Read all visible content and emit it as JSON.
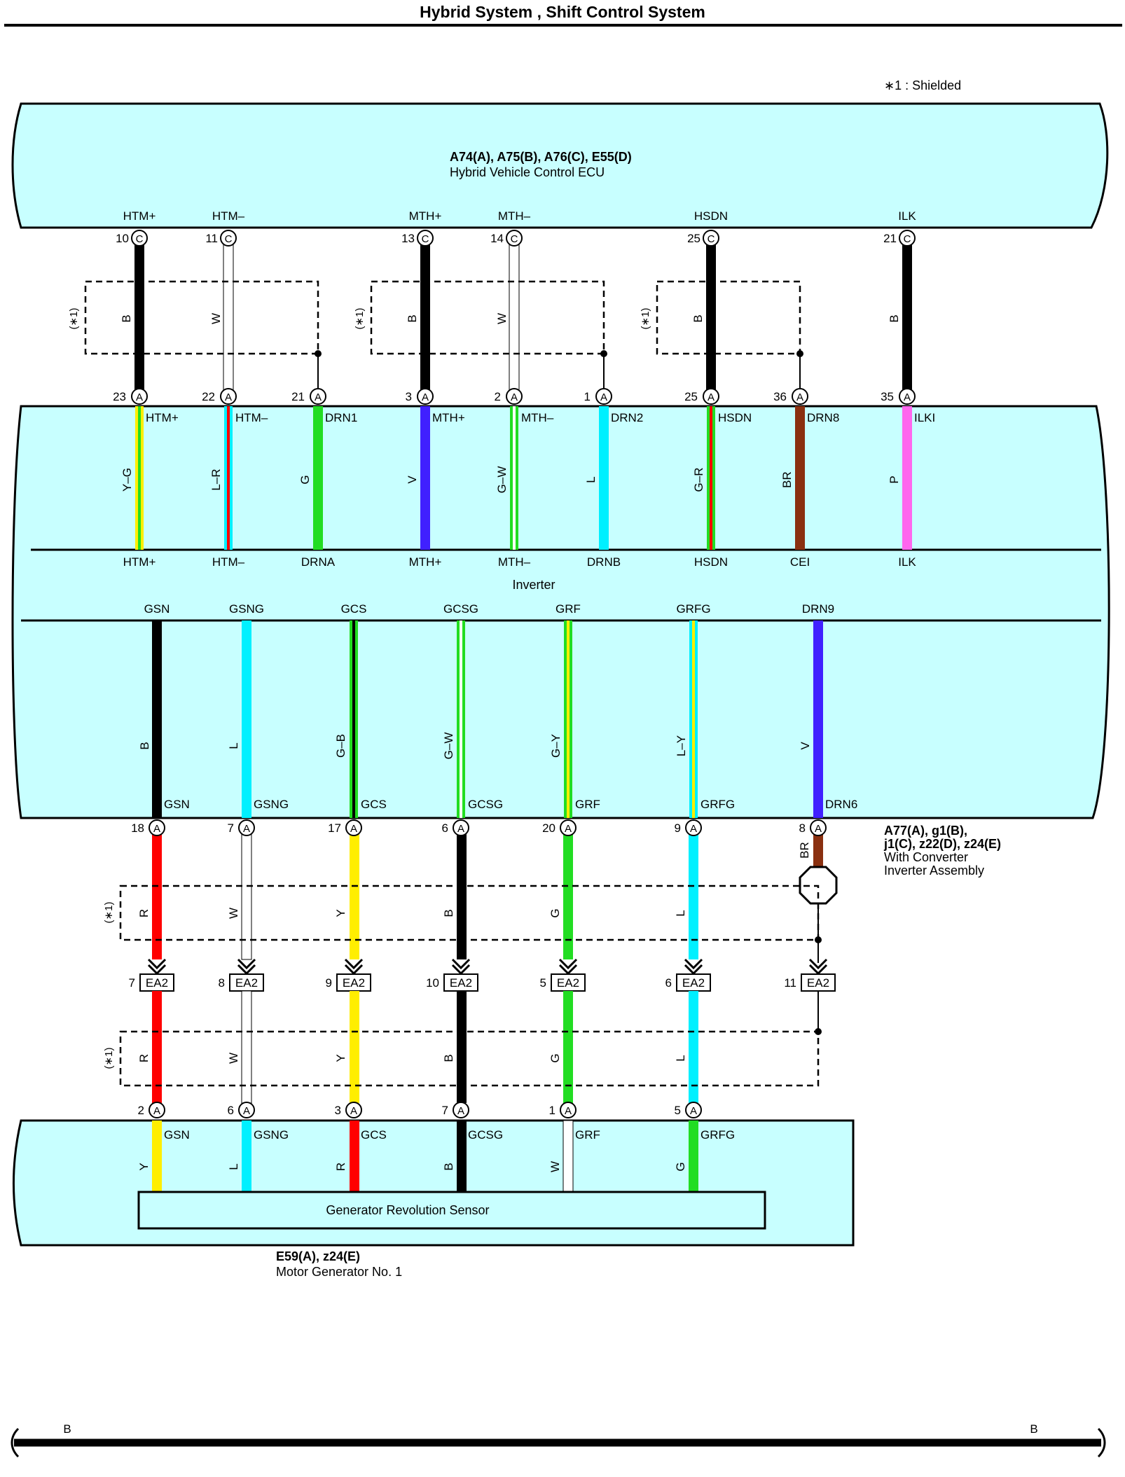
{
  "title": "Hybrid System , Shift Control System",
  "shield_note": "∗1 : Shielded",
  "shield_tag": "(∗1)",
  "colors": {
    "panel": "#c8ffff",
    "B": "#000000",
    "W": "#ffffff",
    "G": "#22dd22",
    "V": "#4020ff",
    "L": "#00f0ff",
    "BR": "#8a3010",
    "P": "#ff66ee",
    "R": "#ff0000",
    "Y": "#ffee00"
  },
  "ecu": {
    "codes": "A74(A), A75(B), A76(C), E55(D)",
    "name": "Hybrid Vehicle Control ECU",
    "pins": [
      {
        "sig": "HTM+",
        "pin": "10",
        "conn": "C"
      },
      {
        "sig": "HTM–",
        "pin": "11",
        "conn": "C"
      },
      {
        "sig": "MTH+",
        "pin": "13",
        "conn": "C"
      },
      {
        "sig": "MTH–",
        "pin": "14",
        "conn": "C"
      },
      {
        "sig": "HSDN",
        "pin": "25",
        "conn": "C"
      },
      {
        "sig": "ILK",
        "pin": "21",
        "conn": "C"
      }
    ]
  },
  "upper_wires": [
    "B",
    "W",
    "B",
    "W",
    "B",
    "B"
  ],
  "inverter_top_pins": [
    {
      "pin": "23",
      "conn": "A",
      "label": "HTM+",
      "color": "Y–G",
      "bottom": "HTM+"
    },
    {
      "pin": "22",
      "conn": "A",
      "label": "HTM–",
      "color": "L–R",
      "bottom": "HTM–"
    },
    {
      "pin": "21",
      "conn": "A",
      "label": "DRN1",
      "color": "G",
      "bottom": "DRNA"
    },
    {
      "pin": "3",
      "conn": "A",
      "label": "MTH+",
      "color": "V",
      "bottom": "MTH+"
    },
    {
      "pin": "2",
      "conn": "A",
      "label": "MTH–",
      "color": "G–W",
      "bottom": "MTH–"
    },
    {
      "pin": "1",
      "conn": "A",
      "label": "DRN2",
      "color": "L",
      "bottom": "DRNB"
    },
    {
      "pin": "25",
      "conn": "A",
      "label": "HSDN",
      "color": "G–R",
      "bottom": "HSDN"
    },
    {
      "pin": "36",
      "conn": "A",
      "label": "DRN8",
      "color": "BR",
      "bottom": "CEI"
    },
    {
      "pin": "35",
      "conn": "A",
      "label": "ILKI",
      "color": "P",
      "bottom": "ILK"
    }
  ],
  "inverter_name": "Inverter",
  "gen_side": [
    {
      "top": "GSN",
      "color": "B",
      "bottom": "GSN",
      "pin": "18"
    },
    {
      "top": "GSNG",
      "color": "L",
      "bottom": "GSNG",
      "pin": "7"
    },
    {
      "top": "GCS",
      "color": "G–B",
      "bottom": "GCS",
      "pin": "17"
    },
    {
      "top": "GCSG",
      "color": "G–W",
      "bottom": "GCSG",
      "pin": "6"
    },
    {
      "top": "GRF",
      "color": "G–Y",
      "bottom": "GRF",
      "pin": "20"
    },
    {
      "top": "GRFG",
      "color": "L–Y",
      "bottom": "GRFG",
      "pin": "9"
    },
    {
      "top": "DRN9",
      "color": "V",
      "bottom": "DRN6",
      "pin": "8"
    }
  ],
  "converter": {
    "codes_1": "A77(A), g1(B),",
    "codes_2": "j1(C), z22(D), z24(E)",
    "name_1": "With Converter",
    "name_2": "Inverter Assembly"
  },
  "lower_wires": [
    "R",
    "W",
    "Y",
    "B",
    "G",
    "L"
  ],
  "drain_wire": "BR",
  "ea2": {
    "name": "EA2",
    "pins": [
      "7",
      "8",
      "9",
      "10",
      "5",
      "6",
      "11"
    ]
  },
  "lower_wires_2": [
    "R",
    "W",
    "Y",
    "B",
    "G",
    "L"
  ],
  "mg_pins": [
    {
      "pin": "2",
      "label": "GSN",
      "color": "Y"
    },
    {
      "pin": "6",
      "label": "GSNG",
      "color": "L"
    },
    {
      "pin": "3",
      "label": "GCS",
      "color": "R"
    },
    {
      "pin": "7",
      "label": "GCSG",
      "color": "B"
    },
    {
      "pin": "1",
      "label": "GRF",
      "color": "W"
    },
    {
      "pin": "5",
      "label": "GRFG",
      "color": "G"
    }
  ],
  "sensor_name": "Generator Revolution Sensor",
  "mg": {
    "codes": "E59(A), z24(E)",
    "name": "Motor Generator No. 1"
  },
  "ground_label": "B"
}
